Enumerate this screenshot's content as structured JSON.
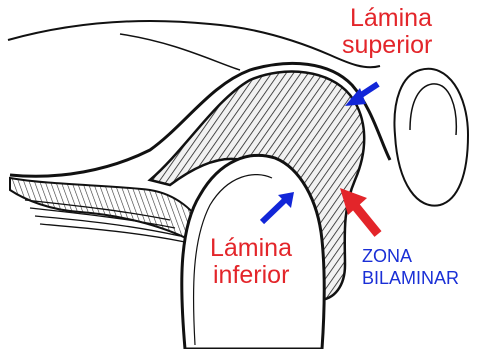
{
  "labels": {
    "superior_line1": "Lámina",
    "superior_line2": "superior",
    "inferior_line1": "Lámina",
    "inferior_line2": "inferior",
    "zona_line1": "ZONA",
    "zona_line2": "BILAMINAR"
  },
  "colors": {
    "label_red": "#e3252a",
    "label_blue": "#1a2fd6",
    "arrow_blue": "#1226d8",
    "arrow_red": "#e3252a",
    "ink": "#111111",
    "background": "#ffffff"
  }
}
